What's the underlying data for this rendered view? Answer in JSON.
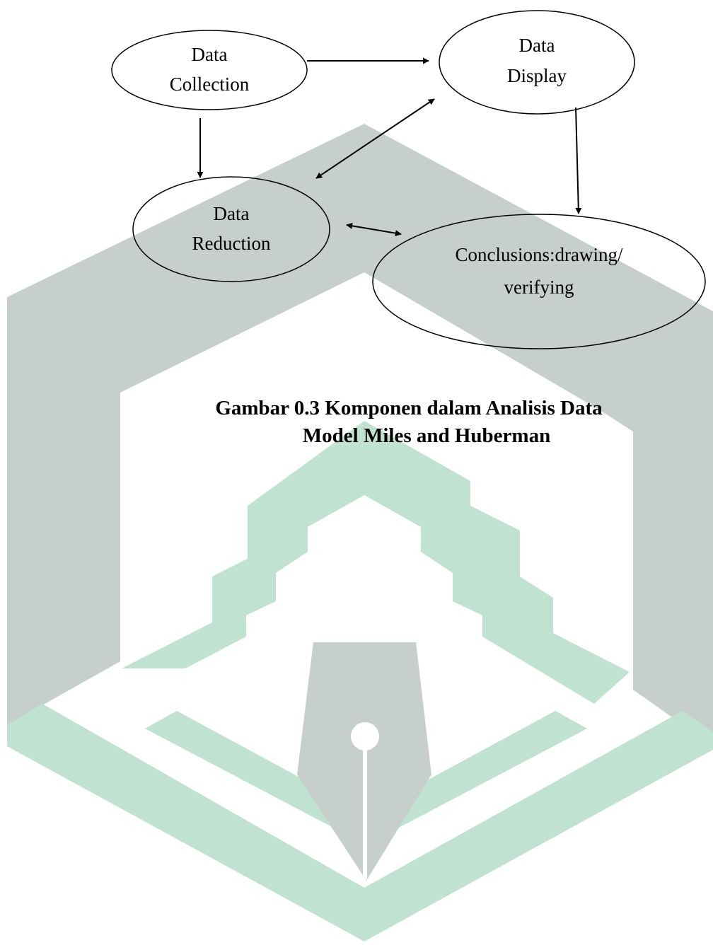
{
  "colors": {
    "watermark_gray": "#c7cfcc",
    "watermark_green": "#bfe3d0",
    "ink": "#000000"
  },
  "diagram": {
    "nodes": {
      "data_collection": {
        "line1": "Data",
        "line2": "Collection"
      },
      "data_display": {
        "line1": "Data",
        "line2": "Display"
      },
      "data_reduction": {
        "line1": "Data",
        "line2": "Reduction"
      },
      "conclusions": {
        "line1": "Conclusions:drawing/",
        "line2": "verifying"
      }
    },
    "edges": [
      {
        "from": "Data Collection",
        "to": "Data Display",
        "direction": "one-way"
      },
      {
        "from": "Data Collection",
        "to": "Data Reduction",
        "direction": "one-way"
      },
      {
        "from": "Data Reduction",
        "to": "Data Display",
        "direction": "two-way"
      },
      {
        "from": "Data Display",
        "to": "Conclusions",
        "direction": "one-way"
      },
      {
        "from": "Data Reduction",
        "to": "Conclusions",
        "direction": "two-way"
      }
    ]
  },
  "caption": {
    "line1": "Gambar 0.3 Komponen dalam Analisis Data",
    "line2": "Model Miles and Huberman"
  }
}
